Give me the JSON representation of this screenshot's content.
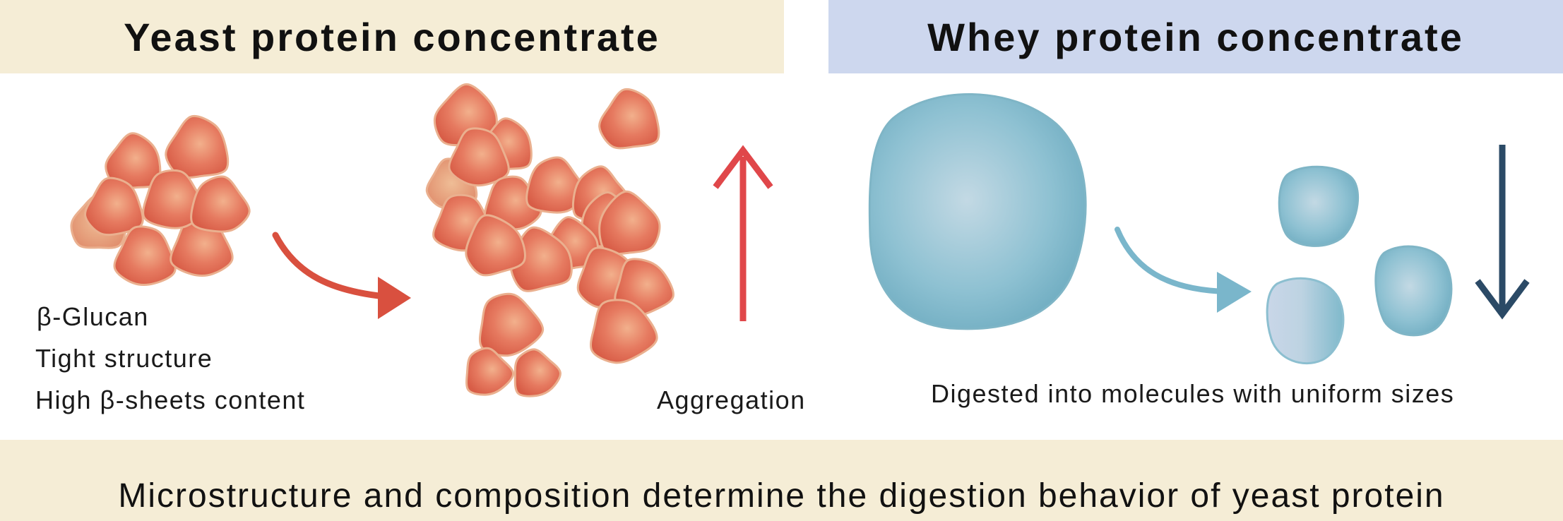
{
  "panels": {
    "yeast": {
      "title": "Yeast protein concentrate",
      "features": [
        "β-Glucan",
        "Tight structure",
        "High β-sheets content"
      ],
      "result_label": "Aggregation",
      "color": "#e06a55",
      "arrow_color": "#d8403f"
    },
    "whey": {
      "title": "Whey protein concentrate",
      "result_label": "Digested into molecules with uniform sizes",
      "color": "#6fb3c8",
      "arrow_color": "#2b4a66"
    }
  },
  "footer": {
    "conclusion": "Microstructure and composition determine the digestion behavior of yeast protein"
  },
  "colors": {
    "yeast_band": "#f5edd6",
    "whey_band": "#cdd7ee"
  }
}
